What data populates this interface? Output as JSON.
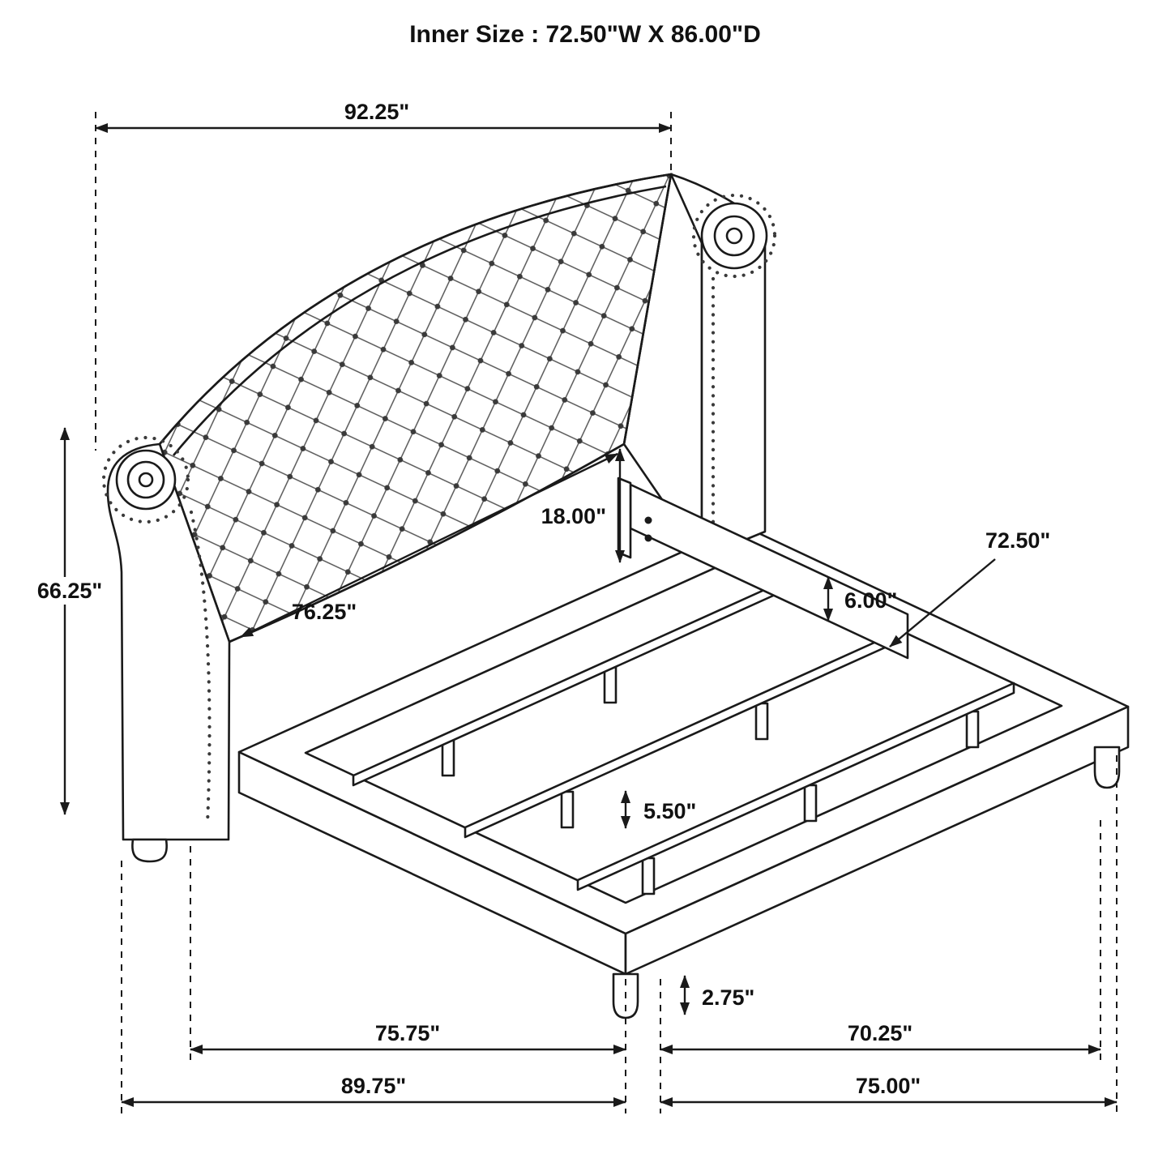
{
  "title": "Inner Size : 72.50\"W X 86.00\"D",
  "colors": {
    "line": "#1a1a1a",
    "background": "#ffffff"
  },
  "dimensions": {
    "overall_width": "92.25\"",
    "overall_height": "66.25\"",
    "headboard_width": "76.25\"",
    "headboard_drop": "18.00\"",
    "side_rail_height": "6.00\"",
    "slat_length": "72.50\"",
    "frame_height": "5.50\"",
    "leg_height": "2.75\"",
    "inner_length": "75.75\"",
    "inner_width": "70.25\"",
    "outer_length": "89.75\"",
    "outer_width": "75.00\""
  }
}
